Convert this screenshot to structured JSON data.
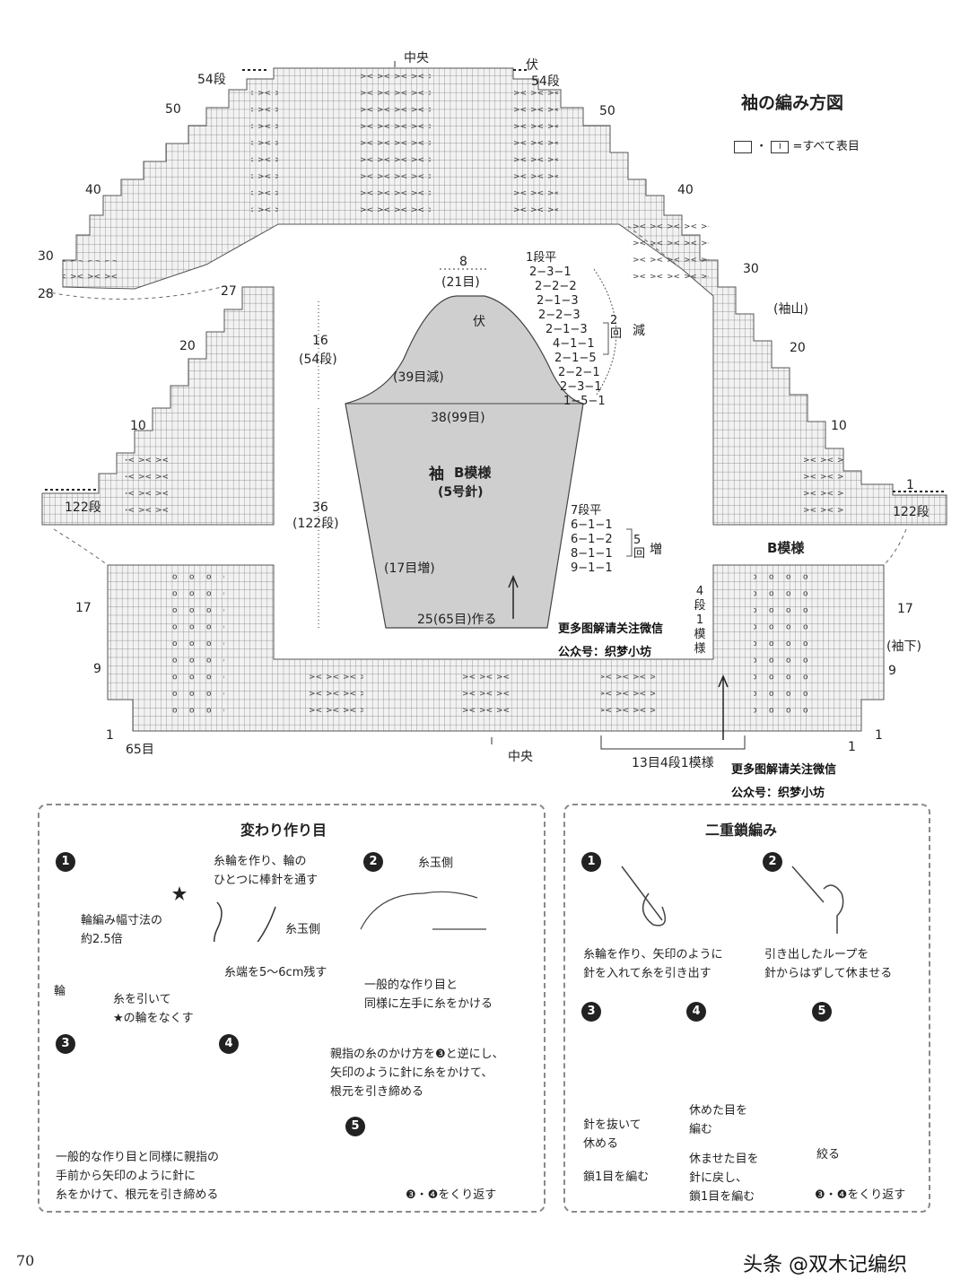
{
  "title": "袖の編み方図",
  "legend": "=すべて表目",
  "chart": {
    "center_top": "中央",
    "bind_off": "伏",
    "rows_54_left": "54段",
    "rows_54_right": "54段",
    "row_labels_left": [
      "50",
      "40",
      "30",
      "28",
      "27",
      "20",
      "10",
      "122段",
      "17",
      "9",
      "1",
      "65目"
    ],
    "row_labels_right": [
      "50",
      "40",
      "30",
      "20",
      "10",
      "1",
      "122段",
      "17",
      "9",
      "1",
      "1"
    ],
    "sleeve_cap": "(袖山)",
    "sleeve_bottom": "(袖下)",
    "pattern_b": "B模様",
    "center_bottom": "中央",
    "repeat": "13目4段1模様",
    "pattern_rows": [
      "4",
      "段",
      "1",
      "模",
      "様"
    ]
  },
  "schematic": {
    "top_width": "8",
    "top_stitches": "(21目)",
    "fu": "伏",
    "cap_height": "16",
    "cap_rows": "(54段)",
    "decrease_total": "(39目減)",
    "upper_width": "38(99目)",
    "name": "袖",
    "pattern": "B模様",
    "needle": "(5号針)",
    "body_height": "36",
    "body_rows": "(122段)",
    "increase_total": "(17目増)",
    "cast_on": "25(65目)作る",
    "decrease_rows": [
      "1段平",
      "2−3−1",
      "2−2−2",
      "2−1−3",
      "2−2−3",
      "2−1−3",
      "4−1−1",
      "2−1−5",
      "2−2−1",
      "2−3−1",
      "1−5−1"
    ],
    "decrease_loop": [
      "2",
      "回"
    ],
    "decrease_label": "減",
    "increase_rows": [
      "7段平",
      "6−1−1",
      "6−1−2",
      "8−1−1",
      "9−1−1"
    ],
    "increase_loop": [
      "5",
      "回"
    ],
    "increase_label": "増"
  },
  "watermarks": [
    {
      "line1": "更多图解请关注微信",
      "line2": "公众号：织梦小坊"
    },
    {
      "line1": "更多图解请关注微信",
      "line2": "公众号：织梦小坊"
    }
  ],
  "box_left": {
    "title": "変わり作り目",
    "step_numbers": [
      "1",
      "2",
      "3",
      "4",
      "5"
    ],
    "s1_top": "糸輪を作り、輪の\nひとつに棒針を通す",
    "s1_left": "輪編み幅寸法の\n約2.5倍",
    "s1_yarn": "糸玉側",
    "s1_ring": "輪",
    "s1_tail": "糸端を5〜6cm残す",
    "s1_pull": "糸を引いて\n★の輪をなくす",
    "s2_top": "糸玉側",
    "s2_text": "一般的な作り目と\n同様に左手に糸をかける",
    "s34_top": "親指の糸のかけ方を❸と逆にし、\n矢印のように針に糸をかけて、\n根元を引き締める",
    "s3_text": "一般的な作り目と同様に親指の\n手前から矢印のように針に\n糸をかけて、根元を引き締める",
    "s5_text": "❸・❹をくり返す"
  },
  "box_right": {
    "title": "二重鎖編み",
    "step_numbers": [
      "1",
      "2",
      "3",
      "4",
      "5"
    ],
    "r1_text": "糸輪を作り、矢印のように\n針を入れて糸を引き出す",
    "r2_text": "引き出したループを\n針からはずして休ませる",
    "r3_a": "針を抜いて\n休める",
    "r3_b": "鎖1目を編む",
    "r4_a": "休めた目を\n編む",
    "r4_b": "休ませた目を\n針に戻し、\n鎖1目を編む",
    "r5_a": "絞る",
    "r5_b": "❸・❹をくり返す"
  },
  "page_number": "70",
  "footer": "头条 @双木记编织"
}
